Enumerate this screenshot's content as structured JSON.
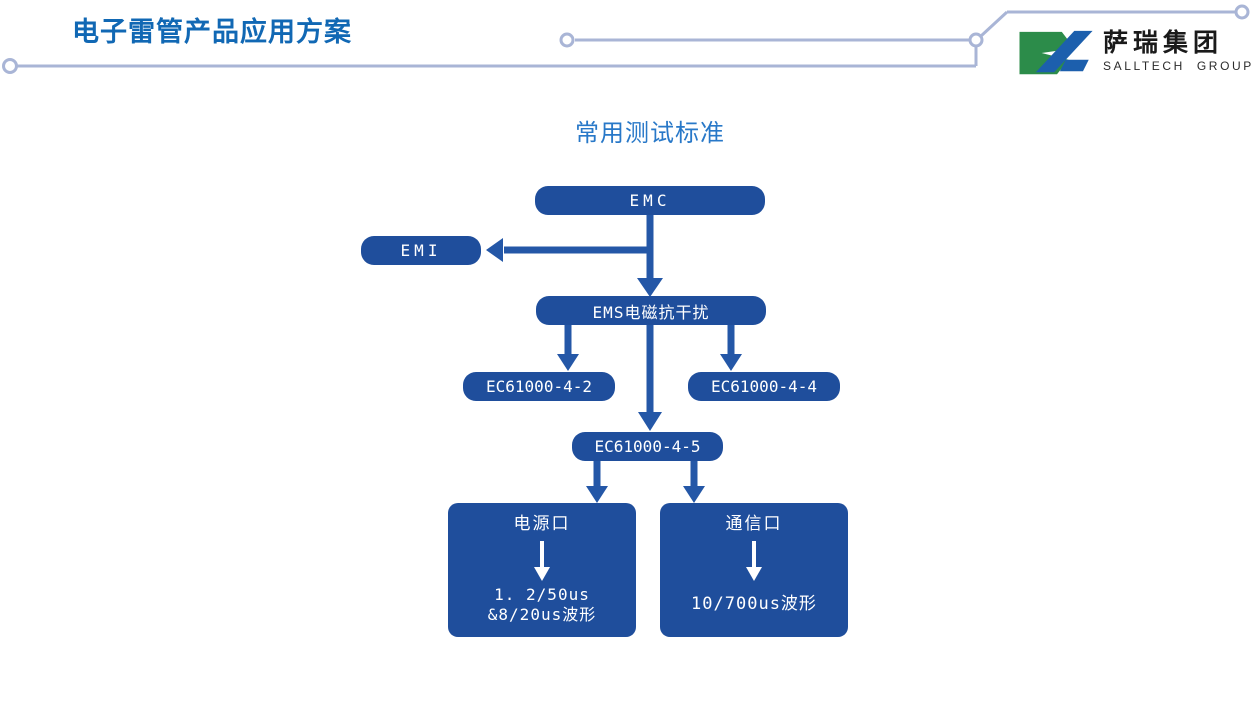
{
  "header": {
    "title": "电子雷管产品应用方案",
    "logo": {
      "company_name": "萨瑞集团",
      "company_subtitle": "SALLTECH GROUP"
    }
  },
  "diagram": {
    "title": "常用测试标准",
    "nodes": {
      "emc": "EMC",
      "emi": "EMI",
      "ems": "EMS电磁抗干扰",
      "ec61000_4_2": "EC61000-4-2",
      "ec61000_4_4": "EC61000-4-4",
      "ec61000_4_5": "EC61000-4-5",
      "power_port": {
        "label": "电源口",
        "line1": "1. 2/50us",
        "line2": "&8/20us波形"
      },
      "comm_port": {
        "label": "通信口",
        "line1": "10/700us波形"
      }
    },
    "edges": [
      {
        "from": "EMC",
        "to": "EMI"
      },
      {
        "from": "EMC",
        "to": "EMS电磁抗干扰"
      },
      {
        "from": "EMS电磁抗干扰",
        "to": "EC61000-4-2"
      },
      {
        "from": "EMS电磁抗干扰",
        "to": "EC61000-4-4"
      },
      {
        "from": "EMS电磁抗干扰",
        "to": "EC61000-4-5"
      },
      {
        "from": "EC61000-4-5",
        "to": "电源口"
      },
      {
        "from": "EC61000-4-5",
        "to": "通信口"
      },
      {
        "from": "电源口",
        "to": "1. 2/50us &8/20us波形"
      },
      {
        "from": "通信口",
        "to": "10/700us波形"
      }
    ]
  },
  "colors": {
    "box_blue": "#1F4E9C",
    "arrow_blue": "#2457A7",
    "title_blue": "#1168B4",
    "diagram_title_blue": "#2878C8",
    "decor_line": "#A9B5D6",
    "logo_green": "#2C8C4A",
    "logo_blue": "#1C5FAD"
  }
}
